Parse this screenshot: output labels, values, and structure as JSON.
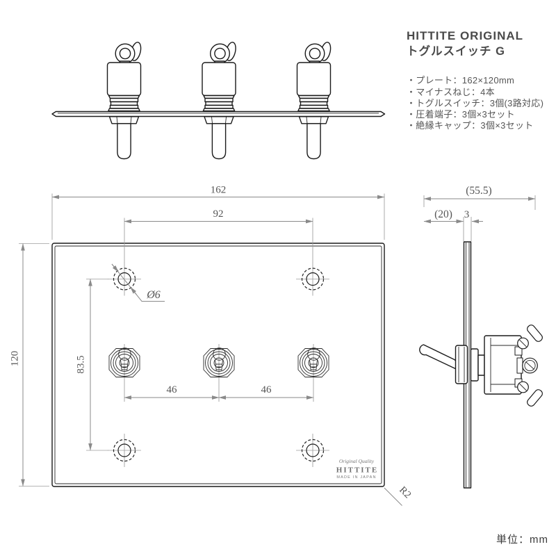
{
  "colors": {
    "line": "#1a1a1a",
    "dimension_line": "#8a8a8a",
    "dimension_text": "#555555",
    "heading_text": "#4a4a4a",
    "body_text": "#555555",
    "logo_text": "#6e6e6e",
    "background": "#ffffff"
  },
  "product": {
    "brand_title": "HITTITE ORIGINAL",
    "product_name": "トグルスイッチ G",
    "specs": [
      "・プレート：162×120mm",
      "・マイナスねじ：4本",
      "・トグルスイッチ：3個(3路対応)",
      "・圧着端子：3個×3セット",
      "・絶縁キャップ：3個×3セット"
    ]
  },
  "plan_view": {
    "dim_width": "162",
    "dim_mount_hole_span": "92",
    "dim_height": "120",
    "dim_mount_hole_vspan": "83.5",
    "dim_switch_pitch_left": "46",
    "dim_switch_pitch_right": "46",
    "screw_hole_label": "Ø6",
    "corner_radius_label": "R2"
  },
  "side_view": {
    "dim_overall_depth": "(55.5)",
    "dim_front_depth": "(20)",
    "dim_plate_thickness": "3"
  },
  "logo": {
    "tagline": "Original Quality",
    "brand": "HITTITE",
    "origin": "MADE IN JAPAN"
  },
  "footer": {
    "unit_label": "単位：mm"
  }
}
